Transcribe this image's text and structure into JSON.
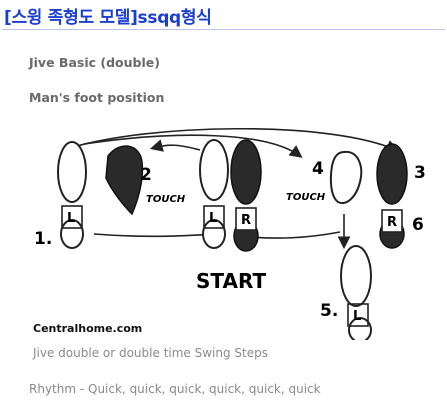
{
  "header": {
    "title": "[스윙 족형도 모델]ssqq형식"
  },
  "section": {
    "heading": "Jive Basic (double)",
    "subheading": "Man's foot position"
  },
  "diagram": {
    "steps": [
      "1.",
      "2",
      "3",
      "4",
      "5.",
      "6"
    ],
    "touch_label_1": "TOUCH",
    "touch_label_2": "TOUCH",
    "start_label": "START",
    "foot_letters": {
      "left": "L",
      "right": "R"
    },
    "credit": "Centralhome.com"
  },
  "caption": "Jive double or double time Swing Steps",
  "rhythm": "Rhythm - Quick, quick, quick, quick, quick, quick"
}
